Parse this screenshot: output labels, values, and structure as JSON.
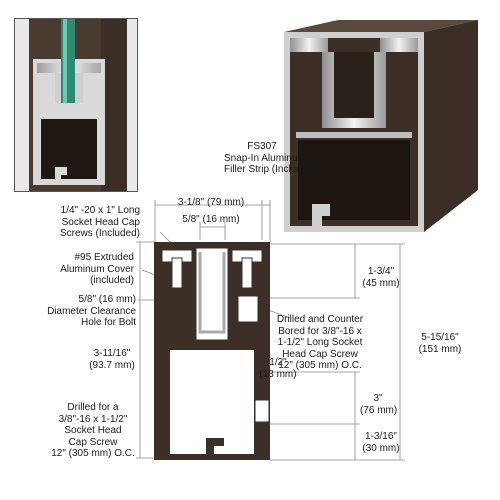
{
  "labels": {
    "fs307_part": "FS307",
    "fs307_desc_1": "Snap-In Aluminum",
    "fs307_desc_2": "Filler Strip (Included)",
    "overall_width": "3-1/8\" (79 mm)",
    "channel_width": "5/8\" (16 mm)",
    "screws_1": "1/4\" -20 x 1\" Long",
    "screws_2": "Socket Head Cap",
    "screws_3": "Screws (Included)",
    "cover_1": "#95 Extruded",
    "cover_2": "Aluminum Cover",
    "cover_3": "(included)",
    "clearance_1": "5/8\" (16 mm)",
    "clearance_2": "Diameter Clearance",
    "clearance_3": "Hole for Bolt",
    "left_height_1": "3-11/16\"",
    "left_height_2": "(93.7 mm)",
    "drilled_1": "Drilled for a",
    "drilled_2": "3/8\"-16 x 1-1/2\"",
    "drilled_3": "Socket Head",
    "drilled_4": "Cap Screw",
    "drilled_5": "12\" (305 mm) O.C.",
    "top_depth_1": "1-3/4\"",
    "top_depth_2": "(45 mm)",
    "counterbore_1": "Drilled and Counter",
    "counterbore_2": "Bored for 3/8\"-16 x",
    "counterbore_3": "1-1/2\" Long Socket",
    "counterbore_4": "Head Cap Screw",
    "counterbore_5": "12\" (305 mm) O.C.",
    "half_inch_1": "1/2\"",
    "half_inch_2": "(13 mm)",
    "overall_height_1": "5-15/16\"",
    "overall_height_2": "(151 mm)",
    "three_inch_1": "3\"",
    "three_inch_2": "(76 mm)",
    "bottom_height_1": "1-3/16\"",
    "bottom_height_2": "(30 mm)"
  },
  "colors": {
    "bronze": "#3b2f27",
    "bronze_light": "#5a4a3e",
    "glass": "#2f8a74",
    "aluminum": "#c9c9c9",
    "dimension_line": "#888888"
  }
}
